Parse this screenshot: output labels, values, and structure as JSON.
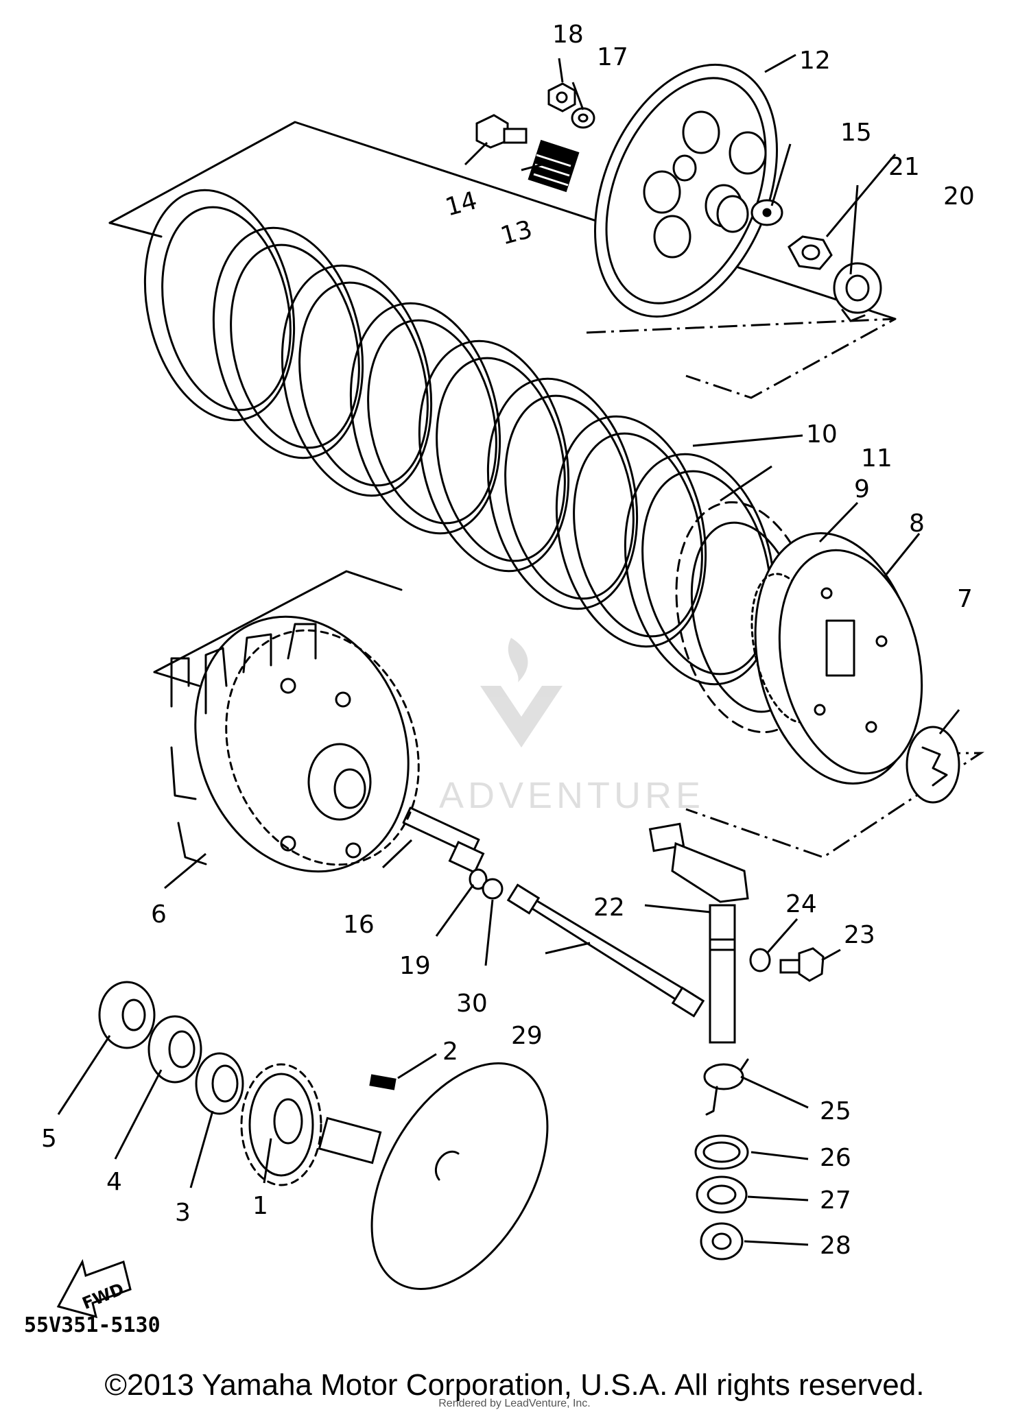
{
  "diagram": {
    "part_number_code": "55V351-5130",
    "fwd_label": "FWD",
    "watermark_text": "ADVENTURE",
    "callouts": [
      {
        "id": "c1",
        "label": "1"
      },
      {
        "id": "c2",
        "label": "2"
      },
      {
        "id": "c3",
        "label": "3"
      },
      {
        "id": "c4",
        "label": "4"
      },
      {
        "id": "c5",
        "label": "5"
      },
      {
        "id": "c6",
        "label": "6"
      },
      {
        "id": "c7",
        "label": "7"
      },
      {
        "id": "c8",
        "label": "8"
      },
      {
        "id": "c9",
        "label": "9"
      },
      {
        "id": "c10",
        "label": "10"
      },
      {
        "id": "c11",
        "label": "11"
      },
      {
        "id": "c12",
        "label": "12"
      },
      {
        "id": "c13",
        "label": "13"
      },
      {
        "id": "c14",
        "label": "14"
      },
      {
        "id": "c15",
        "label": "15"
      },
      {
        "id": "c16",
        "label": "16"
      },
      {
        "id": "c17",
        "label": "17"
      },
      {
        "id": "c18",
        "label": "18"
      },
      {
        "id": "c19",
        "label": "19"
      },
      {
        "id": "c20",
        "label": "20"
      },
      {
        "id": "c21",
        "label": "21"
      },
      {
        "id": "c22",
        "label": "22"
      },
      {
        "id": "c23",
        "label": "23"
      },
      {
        "id": "c24",
        "label": "24"
      },
      {
        "id": "c25",
        "label": "25"
      },
      {
        "id": "c26",
        "label": "26"
      },
      {
        "id": "c27",
        "label": "27"
      },
      {
        "id": "c28",
        "label": "28"
      },
      {
        "id": "c29",
        "label": "29"
      },
      {
        "id": "c30",
        "label": "30"
      }
    ]
  },
  "footer": {
    "copyright": "©2013 Yamaha Motor Corporation, U.S.A. All rights reserved.",
    "rendered_by": "Rendered by LeadVenture, Inc."
  }
}
